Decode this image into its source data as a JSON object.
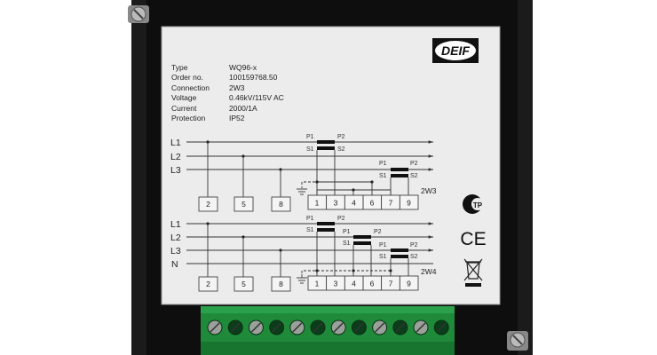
{
  "brand": "DEIF",
  "specs": [
    {
      "label": "Type",
      "value": "WQ96-x"
    },
    {
      "label": "Order no.",
      "value": "100159768.50"
    },
    {
      "label": "Connection",
      "value": "2W3"
    },
    {
      "label": "Voltage",
      "value": "0.46kV/115V AC"
    },
    {
      "label": "Current",
      "value": "2000/1A"
    },
    {
      "label": "Protection",
      "value": "IP52"
    }
  ],
  "diagram_2w3": {
    "title": "2W3",
    "lines": [
      "L1",
      "L2",
      "L3"
    ],
    "voltage_terminals": [
      "2",
      "5",
      "8"
    ],
    "current_terminals": [
      "1",
      "3",
      "4",
      "6",
      "7",
      "9"
    ],
    "ct_labels": {
      "p1": "P1",
      "p2": "P2",
      "s1": "S1",
      "s2": "S2"
    }
  },
  "diagram_2w4": {
    "title": "2W4",
    "lines": [
      "L1",
      "L2",
      "L3",
      "N"
    ],
    "voltage_terminals": [
      "2",
      "5",
      "8"
    ],
    "current_terminals": [
      "1",
      "3",
      "4",
      "6",
      "7",
      "9"
    ]
  },
  "marks": {
    "gost": "TP",
    "ce": "CE"
  }
}
